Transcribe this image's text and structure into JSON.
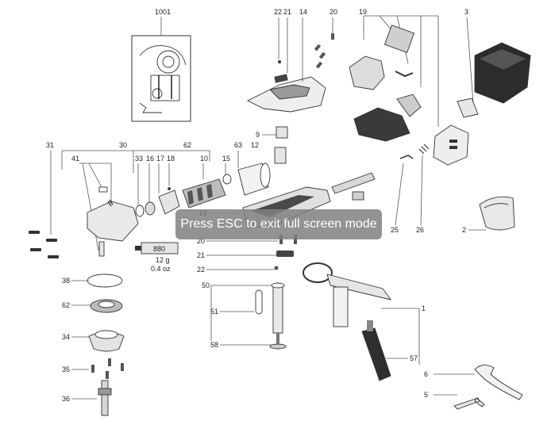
{
  "overlay": {
    "text": "Press ESC to exit full screen mode"
  },
  "labels": {
    "l1001": "1001",
    "l22a": "22",
    "l21a": "21",
    "l14a": "14",
    "l20a": "20",
    "l19": "19",
    "l3": "3",
    "l9": "9",
    "l12": "12",
    "l31": "31",
    "l30": "30",
    "l62a": "62",
    "l41": "41",
    "l33": "33",
    "l16": "16",
    "l17": "17",
    "l18": "18",
    "l10": "10",
    "l15": "15",
    "l63": "63",
    "l14b": "14",
    "l20b": "20",
    "l21b": "21",
    "l22b": "22",
    "l25": "25",
    "l26": "26",
    "l2": "2",
    "l38": "38",
    "l62b": "62",
    "l34": "34",
    "l35": "35",
    "l36": "36",
    "l50": "50",
    "l51": "51",
    "l58": "58",
    "l1": "1",
    "l57": "57",
    "l6": "6",
    "l5": "5",
    "grease_code": "880",
    "grease_weight": "12 g",
    "grease_oz": "0.4 oz"
  }
}
